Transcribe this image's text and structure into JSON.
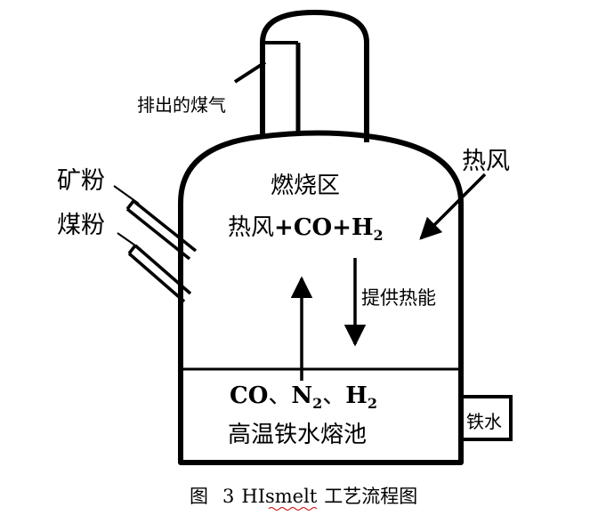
{
  "labels": {
    "exhaust_gas": "排出的煤气",
    "hot_air_inlet": "热风",
    "ore_powder": "矿粉",
    "coal_powder": "煤粉",
    "combustion_zone": "燃烧区",
    "zone_gases": {
      "hot_air": "热风",
      "plus1": "+",
      "co": "CO",
      "plus2": "+",
      "h": "H",
      "sub": "2"
    },
    "provide_heat": "提供热能",
    "pool_gases": {
      "co": "CO",
      "sep1": "、",
      "n": "N",
      "n_sub": "2",
      "sep2": "、",
      "h": "H",
      "h_sub": "2"
    },
    "molten_iron_bath": "高温铁水熔池",
    "molten_iron_outlet": "铁水"
  },
  "caption": {
    "prefix": "图",
    "number": "3",
    "process": "HIsmelt",
    "suffix": "工艺流程图"
  }
}
